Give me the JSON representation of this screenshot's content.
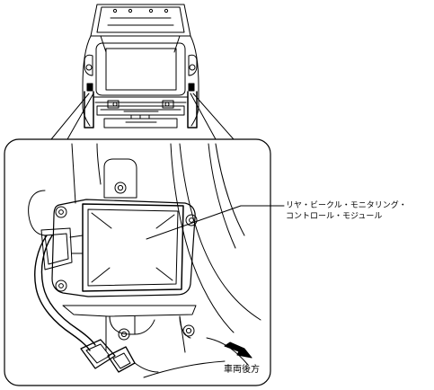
{
  "callout": {
    "line1": "リヤ・ビークル・モニタリング・",
    "line2": "コントロール・モジュール"
  },
  "direction": {
    "label": "車両後方",
    "arrow_icon": "right-down-arrow-icon"
  }
}
